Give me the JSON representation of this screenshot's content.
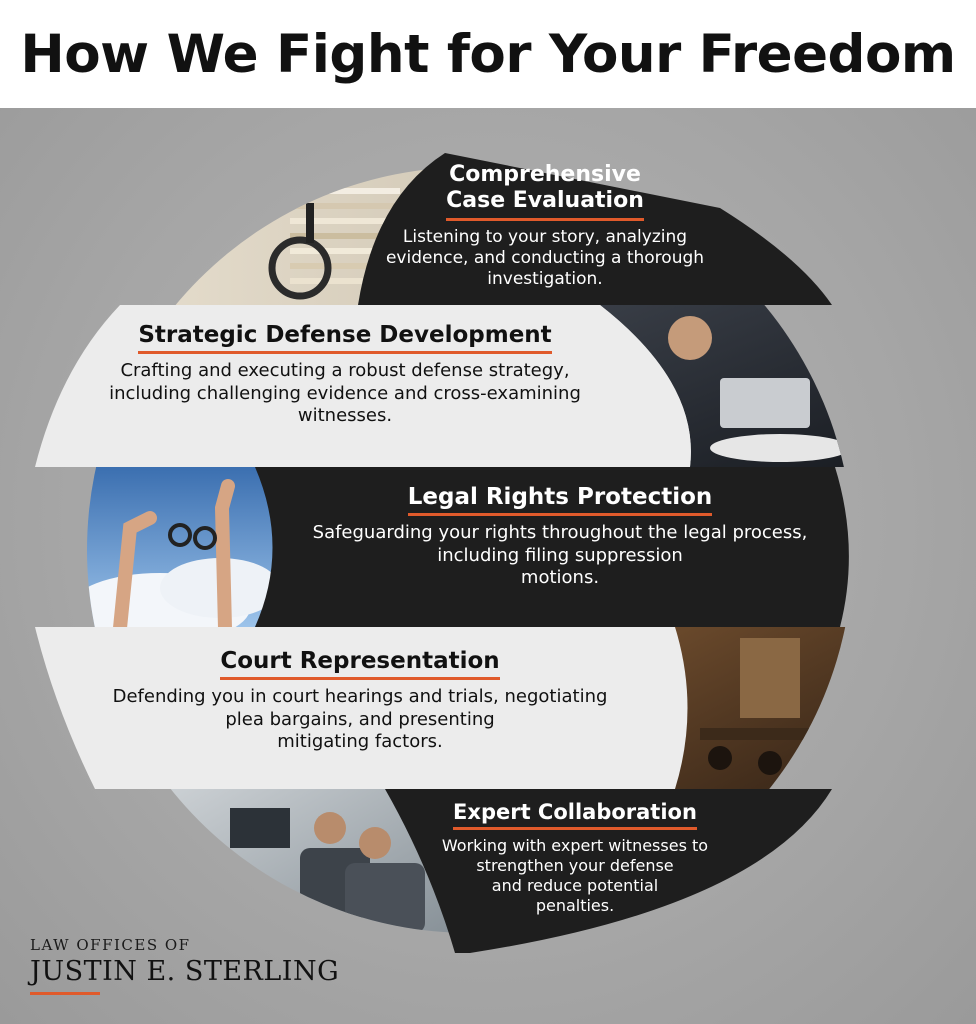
{
  "page": {
    "title": "How We Fight for Your Freedom"
  },
  "accent_color": "#e05a2b",
  "sections": [
    {
      "title_lines": [
        "Comprehensive",
        "Case Evaluation"
      ],
      "desc_lines": [
        "Listening to your story, analyzing",
        "evidence, and conducting a thorough",
        "investigation."
      ],
      "image_icon": "magnifying-glass-on-papers"
    },
    {
      "title_lines": [
        "Strategic Defense Development"
      ],
      "desc_lines": [
        "Crafting and executing a robust defense strategy,",
        "including challenging evidence and cross-examining",
        "witnesses."
      ],
      "image_icon": "lawyers-at-laptop"
    },
    {
      "title_lines": [
        "Legal Rights Protection"
      ],
      "desc_lines": [
        "Safeguarding your rights throughout the legal process,",
        "including filing suppression",
        "motions."
      ],
      "image_icon": "broken-handcuffs-sky"
    },
    {
      "title_lines": [
        "Court Representation"
      ],
      "desc_lines": [
        "Defending you in court hearings and trials, negotiating",
        "plea bargains, and presenting",
        "mitigating factors."
      ],
      "image_icon": "courtroom"
    },
    {
      "title_lines": [
        "Expert Collaboration"
      ],
      "desc_lines": [
        "Working with expert witnesses to",
        "strengthen your defense",
        "and reduce potential",
        "penalties."
      ],
      "image_icon": "experts-at-computers"
    }
  ],
  "brand": {
    "line1": "LAW OFFICES OF",
    "line2": "JUSTIN E. STERLING"
  }
}
